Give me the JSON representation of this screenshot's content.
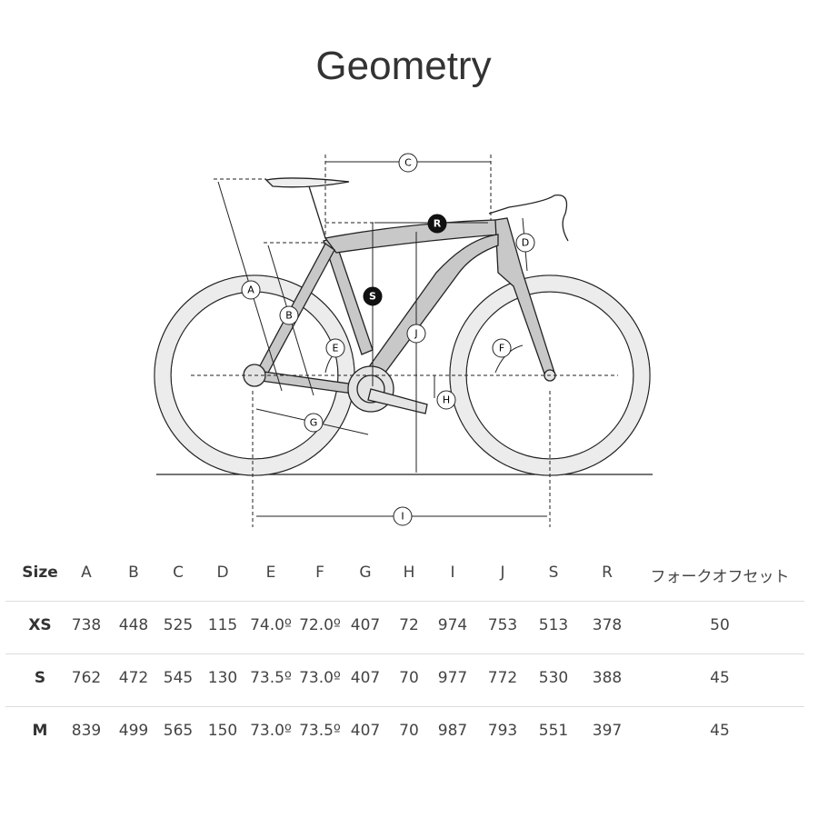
{
  "title": "Geometry",
  "diagram": {
    "labels": [
      "A",
      "B",
      "C",
      "D",
      "E",
      "F",
      "G",
      "H",
      "I",
      "J",
      "S",
      "R"
    ]
  },
  "table": {
    "headers": [
      "Size",
      "A",
      "B",
      "C",
      "D",
      "E",
      "F",
      "G",
      "H",
      "I",
      "J",
      "S",
      "R",
      "フォークオフセット"
    ],
    "rows": [
      [
        "XS",
        "738",
        "448",
        "525",
        "115",
        "74.0º",
        "72.0º",
        "407",
        "72",
        "974",
        "753",
        "513",
        "378",
        "50"
      ],
      [
        "S",
        "762",
        "472",
        "545",
        "130",
        "73.5º",
        "73.0º",
        "407",
        "70",
        "977",
        "772",
        "530",
        "388",
        "45"
      ],
      [
        "M",
        "839",
        "499",
        "565",
        "150",
        "73.0º",
        "73.5º",
        "407",
        "70",
        "987",
        "793",
        "551",
        "397",
        "45"
      ]
    ]
  }
}
